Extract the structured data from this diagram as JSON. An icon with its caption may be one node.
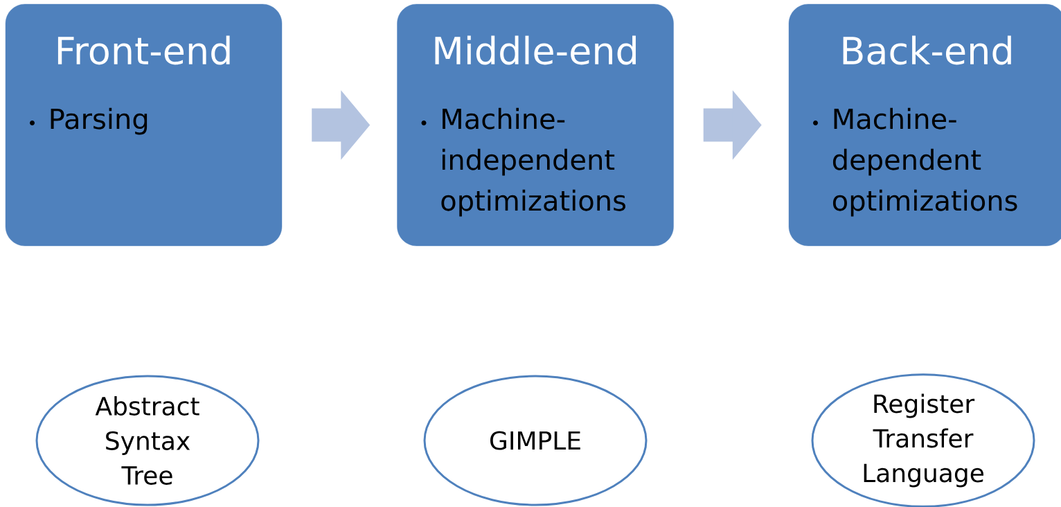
{
  "diagram": {
    "nodes": [
      {
        "text": [
          "Front-end",
          "Parsing"
        ]
      },
      {
        "text": [
          "Middle-end",
          "Machine-independent optimizations"
        ]
      },
      {
        "text": [
          "Back-end",
          "Machine-dependent optimizations"
        ]
      },
      {
        "text": [
          "Abstract Syntax Tree"
        ]
      },
      {
        "text": [
          "GIMPLE"
        ]
      },
      {
        "text": [
          "Register Transfer Language"
        ]
      }
    ],
    "edges": [
      {
        "from": 0,
        "to": 1,
        "arrow": "to"
      },
      {
        "from": 1,
        "to": 2,
        "arrow": "to"
      }
    ]
  }
}
